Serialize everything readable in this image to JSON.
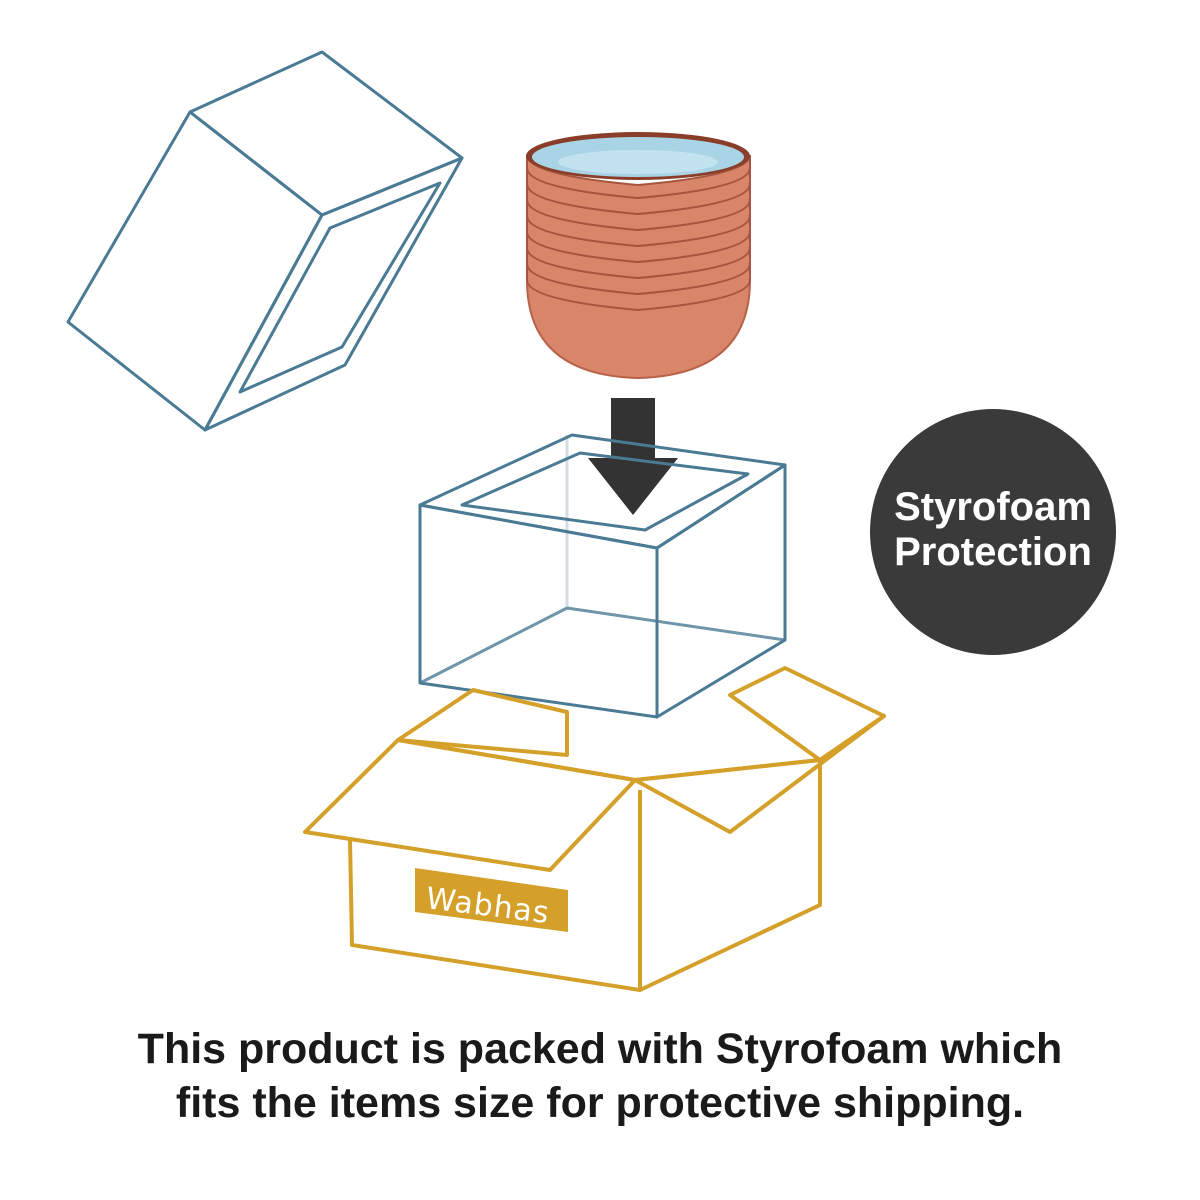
{
  "badge": {
    "line1": "Styrofoam",
    "line2": "Protection"
  },
  "brand": "Wabhas",
  "caption": {
    "line1": "This product is packed with Styrofoam which",
    "line2": "fits the items size for protective shipping."
  },
  "colors": {
    "foam_outline": "#4a7a94",
    "carton_outline": "#d4a02a",
    "badge_fill": "#3a3a3a",
    "arrow_fill": "#333333",
    "bowl_outer": "#d9856a",
    "bowl_inner": "#a9d4e6"
  },
  "icons": [
    "foam-lid-icon",
    "stacked-bowls-icon",
    "down-arrow-icon",
    "foam-box-icon",
    "shipping-carton-icon"
  ]
}
